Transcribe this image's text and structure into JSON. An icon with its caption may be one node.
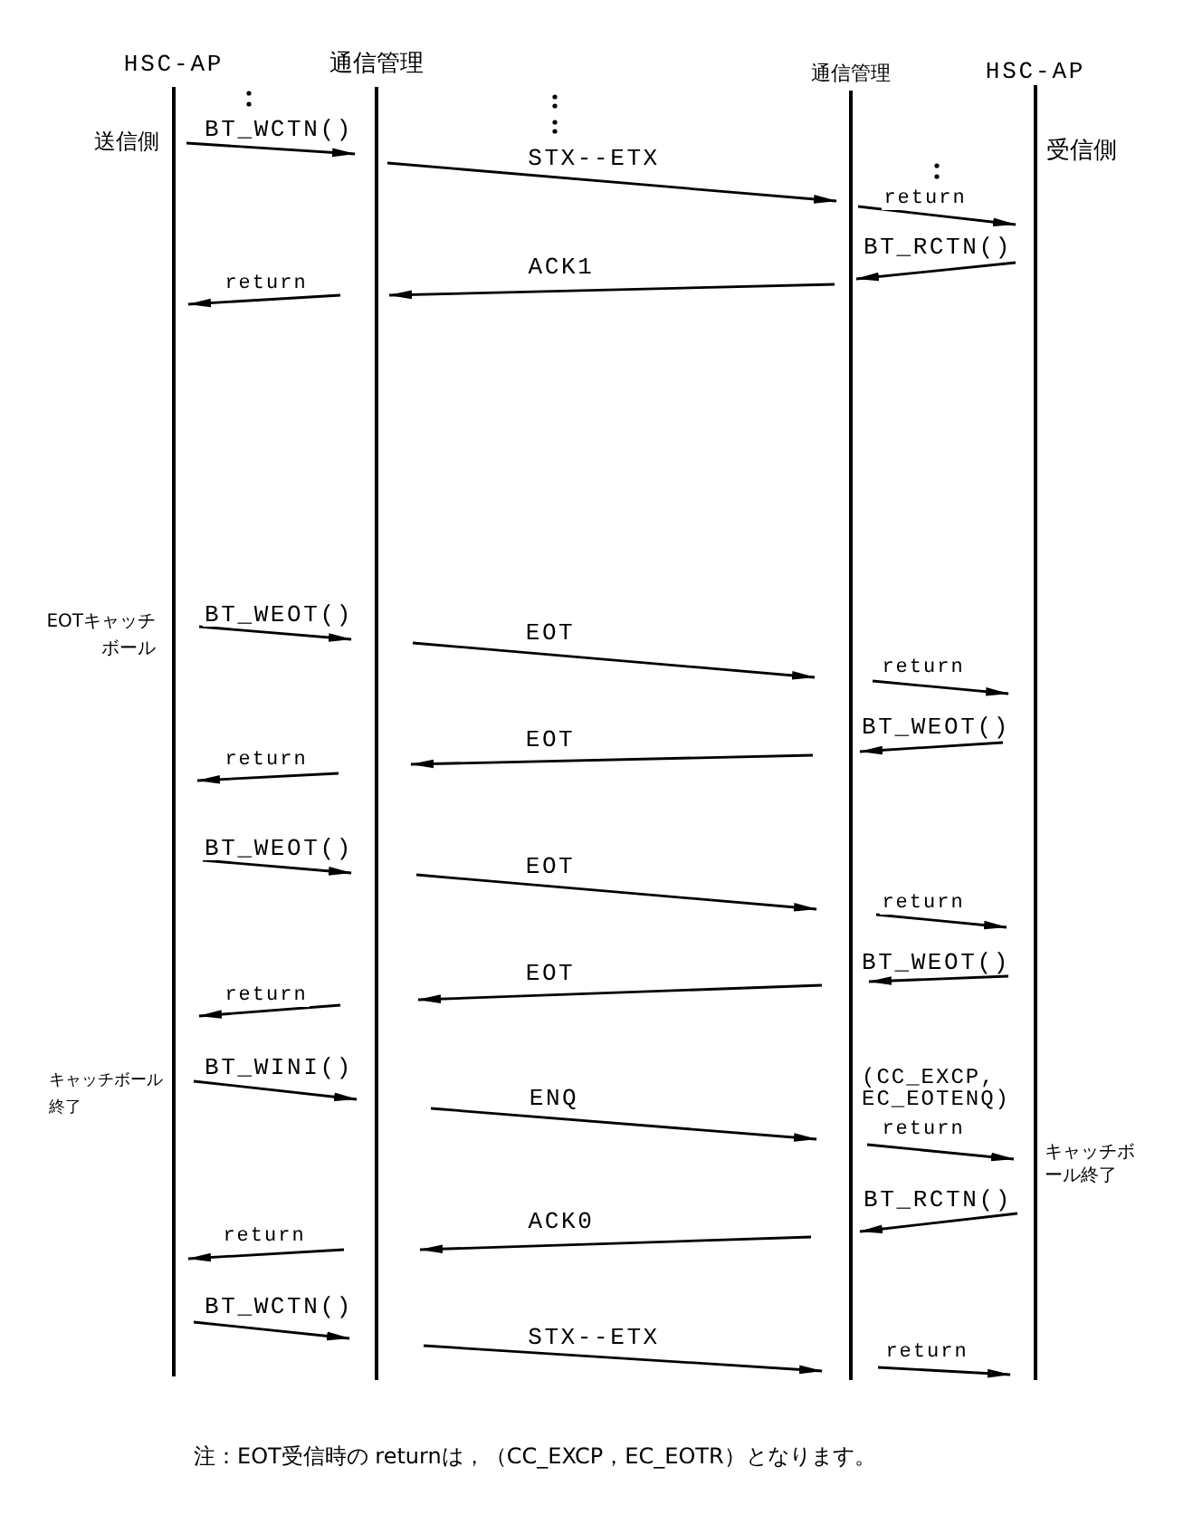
{
  "diagram": {
    "nodes": [
      {
        "text": [
          "HSC-AP"
        ]
      },
      {
        "text": [
          "通信管理"
        ]
      },
      {
        "text": [
          "通信管理"
        ]
      },
      {
        "text": [
          "HSC-AP"
        ]
      }
    ],
    "edges": [
      {
        "from": 0,
        "to": 1,
        "arrow": "to",
        "label": "BT_WCTN()"
      },
      {
        "from": 1,
        "to": 2,
        "arrow": "to",
        "label": "STX--ETX"
      },
      {
        "from": 2,
        "to": 3,
        "arrow": "to",
        "label": "return"
      },
      {
        "from": 3,
        "to": 2,
        "arrow": "to",
        "label": "BT_RCTN()"
      },
      {
        "from": 2,
        "to": 1,
        "arrow": "to",
        "label": "ACK1"
      },
      {
        "from": 1,
        "to": 0,
        "arrow": "to",
        "label": "return"
      },
      {
        "from": 0,
        "to": 1,
        "arrow": "to",
        "label": "BT_WEOT()"
      },
      {
        "from": 1,
        "to": 2,
        "arrow": "to",
        "label": "EOT"
      },
      {
        "from": 2,
        "to": 3,
        "arrow": "to",
        "label": "return"
      },
      {
        "from": 3,
        "to": 2,
        "arrow": "to",
        "label": "BT_WEOT()"
      },
      {
        "from": 2,
        "to": 1,
        "arrow": "to",
        "label": "EOT"
      },
      {
        "from": 1,
        "to": 0,
        "arrow": "to",
        "label": "return"
      },
      {
        "from": 0,
        "to": 1,
        "arrow": "to",
        "label": "BT_WEOT()"
      },
      {
        "from": 1,
        "to": 2,
        "arrow": "to",
        "label": "EOT"
      },
      {
        "from": 2,
        "to": 3,
        "arrow": "to",
        "label": "return"
      },
      {
        "from": 3,
        "to": 2,
        "arrow": "to",
        "label": "BT_WEOT()"
      },
      {
        "from": 2,
        "to": 1,
        "arrow": "to",
        "label": "EOT"
      },
      {
        "from": 1,
        "to": 0,
        "arrow": "to",
        "label": "return"
      },
      {
        "from": 0,
        "to": 1,
        "arrow": "to",
        "label": "BT_WINI()"
      },
      {
        "from": 1,
        "to": 2,
        "arrow": "to",
        "label": "ENQ"
      },
      {
        "from": 2,
        "to": 3,
        "arrow": "to",
        "label": "return"
      },
      {
        "from": 3,
        "to": 2,
        "arrow": "to",
        "label": "BT_RCTN()"
      },
      {
        "from": 2,
        "to": 1,
        "arrow": "to",
        "label": "ACK0"
      },
      {
        "from": 1,
        "to": 0,
        "arrow": "to",
        "label": "return"
      },
      {
        "from": 0,
        "to": 1,
        "arrow": "to",
        "label": "BT_WCTN()"
      },
      {
        "from": 1,
        "to": 2,
        "arrow": "to",
        "label": "STX--ETX"
      },
      {
        "from": 2,
        "to": 3,
        "arrow": "to",
        "label": "return"
      }
    ],
    "labels": [
      "送信側",
      "受信側",
      "EOTキャッチボール",
      "キャッチボール終了",
      "(CC_EXCP, EC_EOTENQ)",
      "キャッチボール終了",
      "注：EOT受信時の returnは，（CC_EXCP，EC_EOTR）となります。"
    ]
  }
}
